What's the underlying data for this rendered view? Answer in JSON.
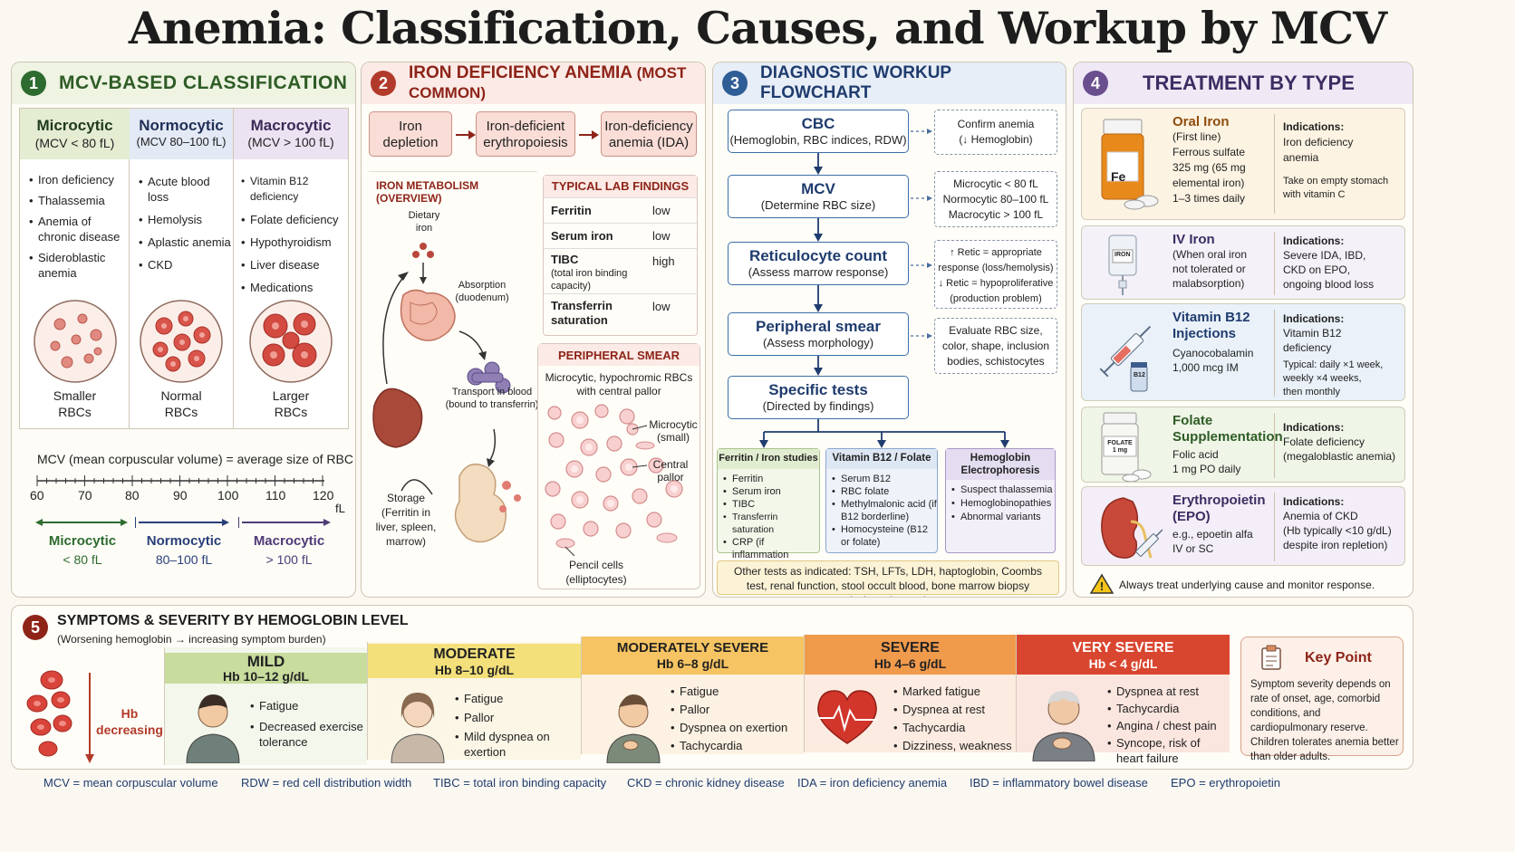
{
  "title": "Anemia: Classification, Causes, and Workup by MCV",
  "colors": {
    "green": "#2e6b2f",
    "red": "#b23a2a",
    "blue": "#2f5d96",
    "purple": "#6a4f8f"
  },
  "p1": {
    "num": "1",
    "title": "MCV-BASED CLASSIFICATION",
    "cols": [
      {
        "name": "Microcytic",
        "range": "(MCV < 80 fL)",
        "items": [
          "Iron deficiency",
          "Thalassemia",
          "Anemia of chronic disease",
          "Sideroblastic anemia"
        ],
        "cap1": "Smaller",
        "cap2": "RBCs"
      },
      {
        "name": "Normocytic",
        "range": "(MCV 80–100 fL)",
        "items": [
          "Acute blood loss",
          "Hemolysis",
          "Aplastic anemia",
          "CKD"
        ],
        "cap1": "Normal",
        "cap2": "RBCs"
      },
      {
        "name": "Macrocytic",
        "range": "(MCV > 100 fL)",
        "items": [
          "Vitamin B12 deficiency",
          "Folate deficiency",
          "Hypothyroidism",
          "Liver disease",
          "Medications"
        ],
        "cap1": "Larger",
        "cap2": "RBCs"
      }
    ],
    "scale_label": "MCV (mean corpuscular volume) = average size of RBC",
    "ticks": [
      "60",
      "70",
      "80",
      "90",
      "100",
      "110",
      "120"
    ],
    "unit": "fL",
    "bands": [
      {
        "name": "Microcytic",
        "range": "< 80 fL"
      },
      {
        "name": "Normocytic",
        "range": "80–100 fL"
      },
      {
        "name": "Macrocytic",
        "range": "> 100 fL"
      }
    ]
  },
  "p2": {
    "num": "2",
    "title": "IRON DEFICIENCY ANEMIA",
    "title_b": "(MOST COMMON)",
    "stages": [
      {
        "l1": "Iron",
        "l2": "depletion"
      },
      {
        "l1": "Iron-deficient",
        "l2": "erythropoiesis"
      },
      {
        "l1": "Iron-deficiency",
        "l2": "anemia (IDA)"
      }
    ],
    "meta_title": "IRON METABOLISM (OVERVIEW)",
    "meta": {
      "dietary": "Dietary",
      "iron": "iron",
      "absorption": "Absorption",
      "duodenum": "(duodenum)",
      "transport": "Transport in blood",
      "bound": "(bound to transferrin)",
      "storage": "Storage",
      "storage2": "(Ferritin in",
      "storage3": "liver, spleen,",
      "storage4": "marrow)"
    },
    "lab_title": "TYPICAL LAB FINDINGS",
    "labs": [
      {
        "name": "Ferritin",
        "sub": "",
        "val": "low"
      },
      {
        "name": "Serum iron",
        "sub": "",
        "val": "low"
      },
      {
        "name": "TIBC",
        "sub": "(total iron binding capacity)",
        "val": "high"
      },
      {
        "name": "Transferrin saturation",
        "sub": "",
        "val": "low"
      }
    ],
    "smear_title": "PERIPHERAL SMEAR",
    "smear_desc": "Microcytic, hypochromic RBCs with central pallor",
    "smear_lbl": {
      "micro": "Microcytic",
      "small": "(small)",
      "central": "Central",
      "pallor": "pallor",
      "pencil": "Pencil cells",
      "ellip": "(elliptocytes)"
    }
  },
  "p3": {
    "num": "3",
    "title": "DIAGNOSTIC WORKUP FLOWCHART",
    "steps": [
      {
        "title": "CBC",
        "sub": "(Hemoglobin, RBC indices, RDW)",
        "note": [
          "Confirm anemia",
          "(↓ Hemoglobin)"
        ]
      },
      {
        "title": "MCV",
        "sub": "(Determine RBC size)",
        "note": [
          "Microcytic < 80 fL",
          "Normocytic 80–100 fL",
          "Macrocytic > 100 fL"
        ]
      },
      {
        "title": "Reticulocyte count",
        "sub": "(Assess marrow response)",
        "note": [
          "↑ Retic = appropriate",
          "response (loss/hemolysis)",
          "↓ Retic = hypoproliferative",
          "(production problem)"
        ]
      },
      {
        "title": "Peripheral smear",
        "sub": "(Assess morphology)",
        "note": [
          "Evaluate RBC size,",
          "color, shape, inclusion",
          "bodies, schistocytes"
        ]
      },
      {
        "title": "Specific tests",
        "sub": "(Directed by findings)",
        "note": []
      }
    ],
    "tests": [
      {
        "title": "Ferritin / Iron studies",
        "items": [
          "Ferritin",
          "Serum iron",
          "TIBC",
          "Transferrin saturation",
          "CRP (if inflammation suspected)"
        ]
      },
      {
        "title": "Vitamin B12 / Folate",
        "items": [
          "Serum B12",
          "RBC folate",
          "Methylmalonic acid (if B12 borderline)",
          "Homocysteine (B12 or folate)"
        ]
      },
      {
        "title": "Hemoglobin Electrophoresis",
        "items": [
          "Suspect thalassemia",
          "Hemoglobinopathies",
          "Abnormal variants"
        ]
      }
    ],
    "other": "Other tests as indicated: TSH, LFTs, LDH, haptoglobin, Coombs test, renal function, stool occult blood, bone marrow biopsy (selected cases)"
  },
  "p4": {
    "num": "4",
    "title": "TREATMENT BY TYPE",
    "rows": [
      {
        "name": "Oral Iron",
        "lines": [
          "(First line)",
          "Ferrous sulfate",
          "325 mg (65 mg",
          "elemental iron)",
          "1–3 times daily"
        ],
        "ind": "Indications:",
        "ind_lines": [
          "Iron deficiency",
          "anemia"
        ],
        "extra": [
          "Take on empty stomach",
          "with vitamin C"
        ],
        "icon": "Fe"
      },
      {
        "name": "IV Iron",
        "lines": [
          "(When oral iron",
          "not tolerated or",
          "malabsorption)"
        ],
        "ind": "Indications:",
        "ind_lines": [
          "Severe IDA, IBD,",
          "CKD on EPO,",
          "ongoing blood loss"
        ],
        "extra": [],
        "icon": "IRON"
      },
      {
        "name": "Vitamin B12 Injections",
        "lines": [
          "Cyanocobalamin",
          "1,000 mcg IM"
        ],
        "ind": "Indications:",
        "ind_lines": [
          "Vitamin B12",
          "deficiency"
        ],
        "extra": [
          "Typical: daily ×1 week,",
          "weekly ×4 weeks,",
          "then monthly"
        ],
        "icon": "B12"
      },
      {
        "name": "Folate Supplementation",
        "lines": [
          "Folic acid",
          "1 mg PO daily"
        ],
        "ind": "Indications:",
        "ind_lines": [
          "Folate deficiency",
          "(megaloblastic anemia)"
        ],
        "extra": [],
        "icon": "FOLATE",
        "icon2": "1 mg"
      },
      {
        "name": "Erythropoietin (EPO)",
        "lines": [
          "e.g., epoetin alfa",
          "IV or SC"
        ],
        "ind": "Indications:",
        "ind_lines": [
          "Anemia of CKD",
          "(Hb typically <10 g/dL)",
          "despite iron repletion)"
        ],
        "extra": [],
        "icon": ""
      }
    ],
    "warning": "Always treat underlying cause and monitor response."
  },
  "p5": {
    "num": "5",
    "title": "SYMPTOMS & SEVERITY BY HEMOGLOBIN LEVEL",
    "subtitle": "(Worsening hemoglobin → increasing symptom burden)",
    "hb": "Hb",
    "decreasing": "decreasing",
    "levels": [
      {
        "name": "MILD",
        "hb": "Hb 10–12 g/dL",
        "items": [
          "Fatigue",
          "Decreased exercise tolerance"
        ]
      },
      {
        "name": "MODERATE",
        "hb": "Hb 8–10 g/dL",
        "items": [
          "Fatigue",
          "Pallor",
          "Mild dyspnea on exertion"
        ]
      },
      {
        "name": "MODERATELY SEVERE",
        "hb": "Hb 6–8 g/dL",
        "items": [
          "Fatigue",
          "Pallor",
          "Dyspnea on exertion",
          "Tachycardia"
        ]
      },
      {
        "name": "SEVERE",
        "hb": "Hb 4–6 g/dL",
        "items": [
          "Marked fatigue",
          "Dyspnea at rest",
          "Tachycardia",
          "Dizziness, weakness"
        ]
      },
      {
        "name": "VERY SEVERE",
        "hb": "Hb < 4 g/dL",
        "items": [
          "Dyspnea at rest",
          "Tachycardia",
          "Angina / chest pain",
          "Syncope, risk of heart failure"
        ]
      }
    ],
    "key_title": "Key Point",
    "key_text": "Symptom severity depends on rate of onset, age, comorbid conditions, and cardiopulmonary reserve. Children tolerates anemia better than older adults."
  },
  "footer": [
    "MCV = mean corpuscular volume",
    "RDW = red cell distribution width",
    "TIBC = total iron binding capacity",
    "CKD = chronic kidney disease",
    "IDA = iron deficiency anemia",
    "IBD = inflammatory bowel disease",
    "EPO = erythropoietin"
  ]
}
